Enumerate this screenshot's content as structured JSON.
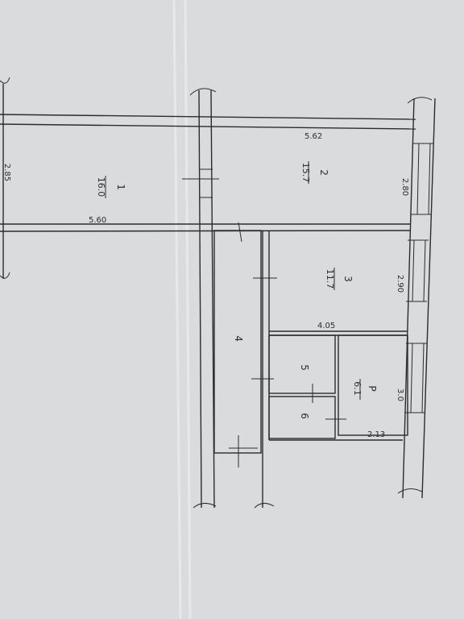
{
  "rooms": [
    {
      "number": "1",
      "area": "16.0"
    },
    {
      "number": "2",
      "area": "15.7"
    },
    {
      "number": "3",
      "area": "11.7"
    },
    {
      "number": "4"
    },
    {
      "number": "5"
    },
    {
      "number": "6"
    },
    {
      "number": "P",
      "area": "6.1"
    }
  ],
  "dimensions": {
    "top_length": "5.62",
    "middle_length": "5.60",
    "left_width": "2.85",
    "room2_width": "2.80",
    "room3_width": "2.90",
    "room3_length": "4.05",
    "balcony_width": "3.0",
    "balcony_length": "2.13"
  },
  "colors": {
    "paper": "#d9dbdc",
    "ink": "#2a2c2f"
  }
}
